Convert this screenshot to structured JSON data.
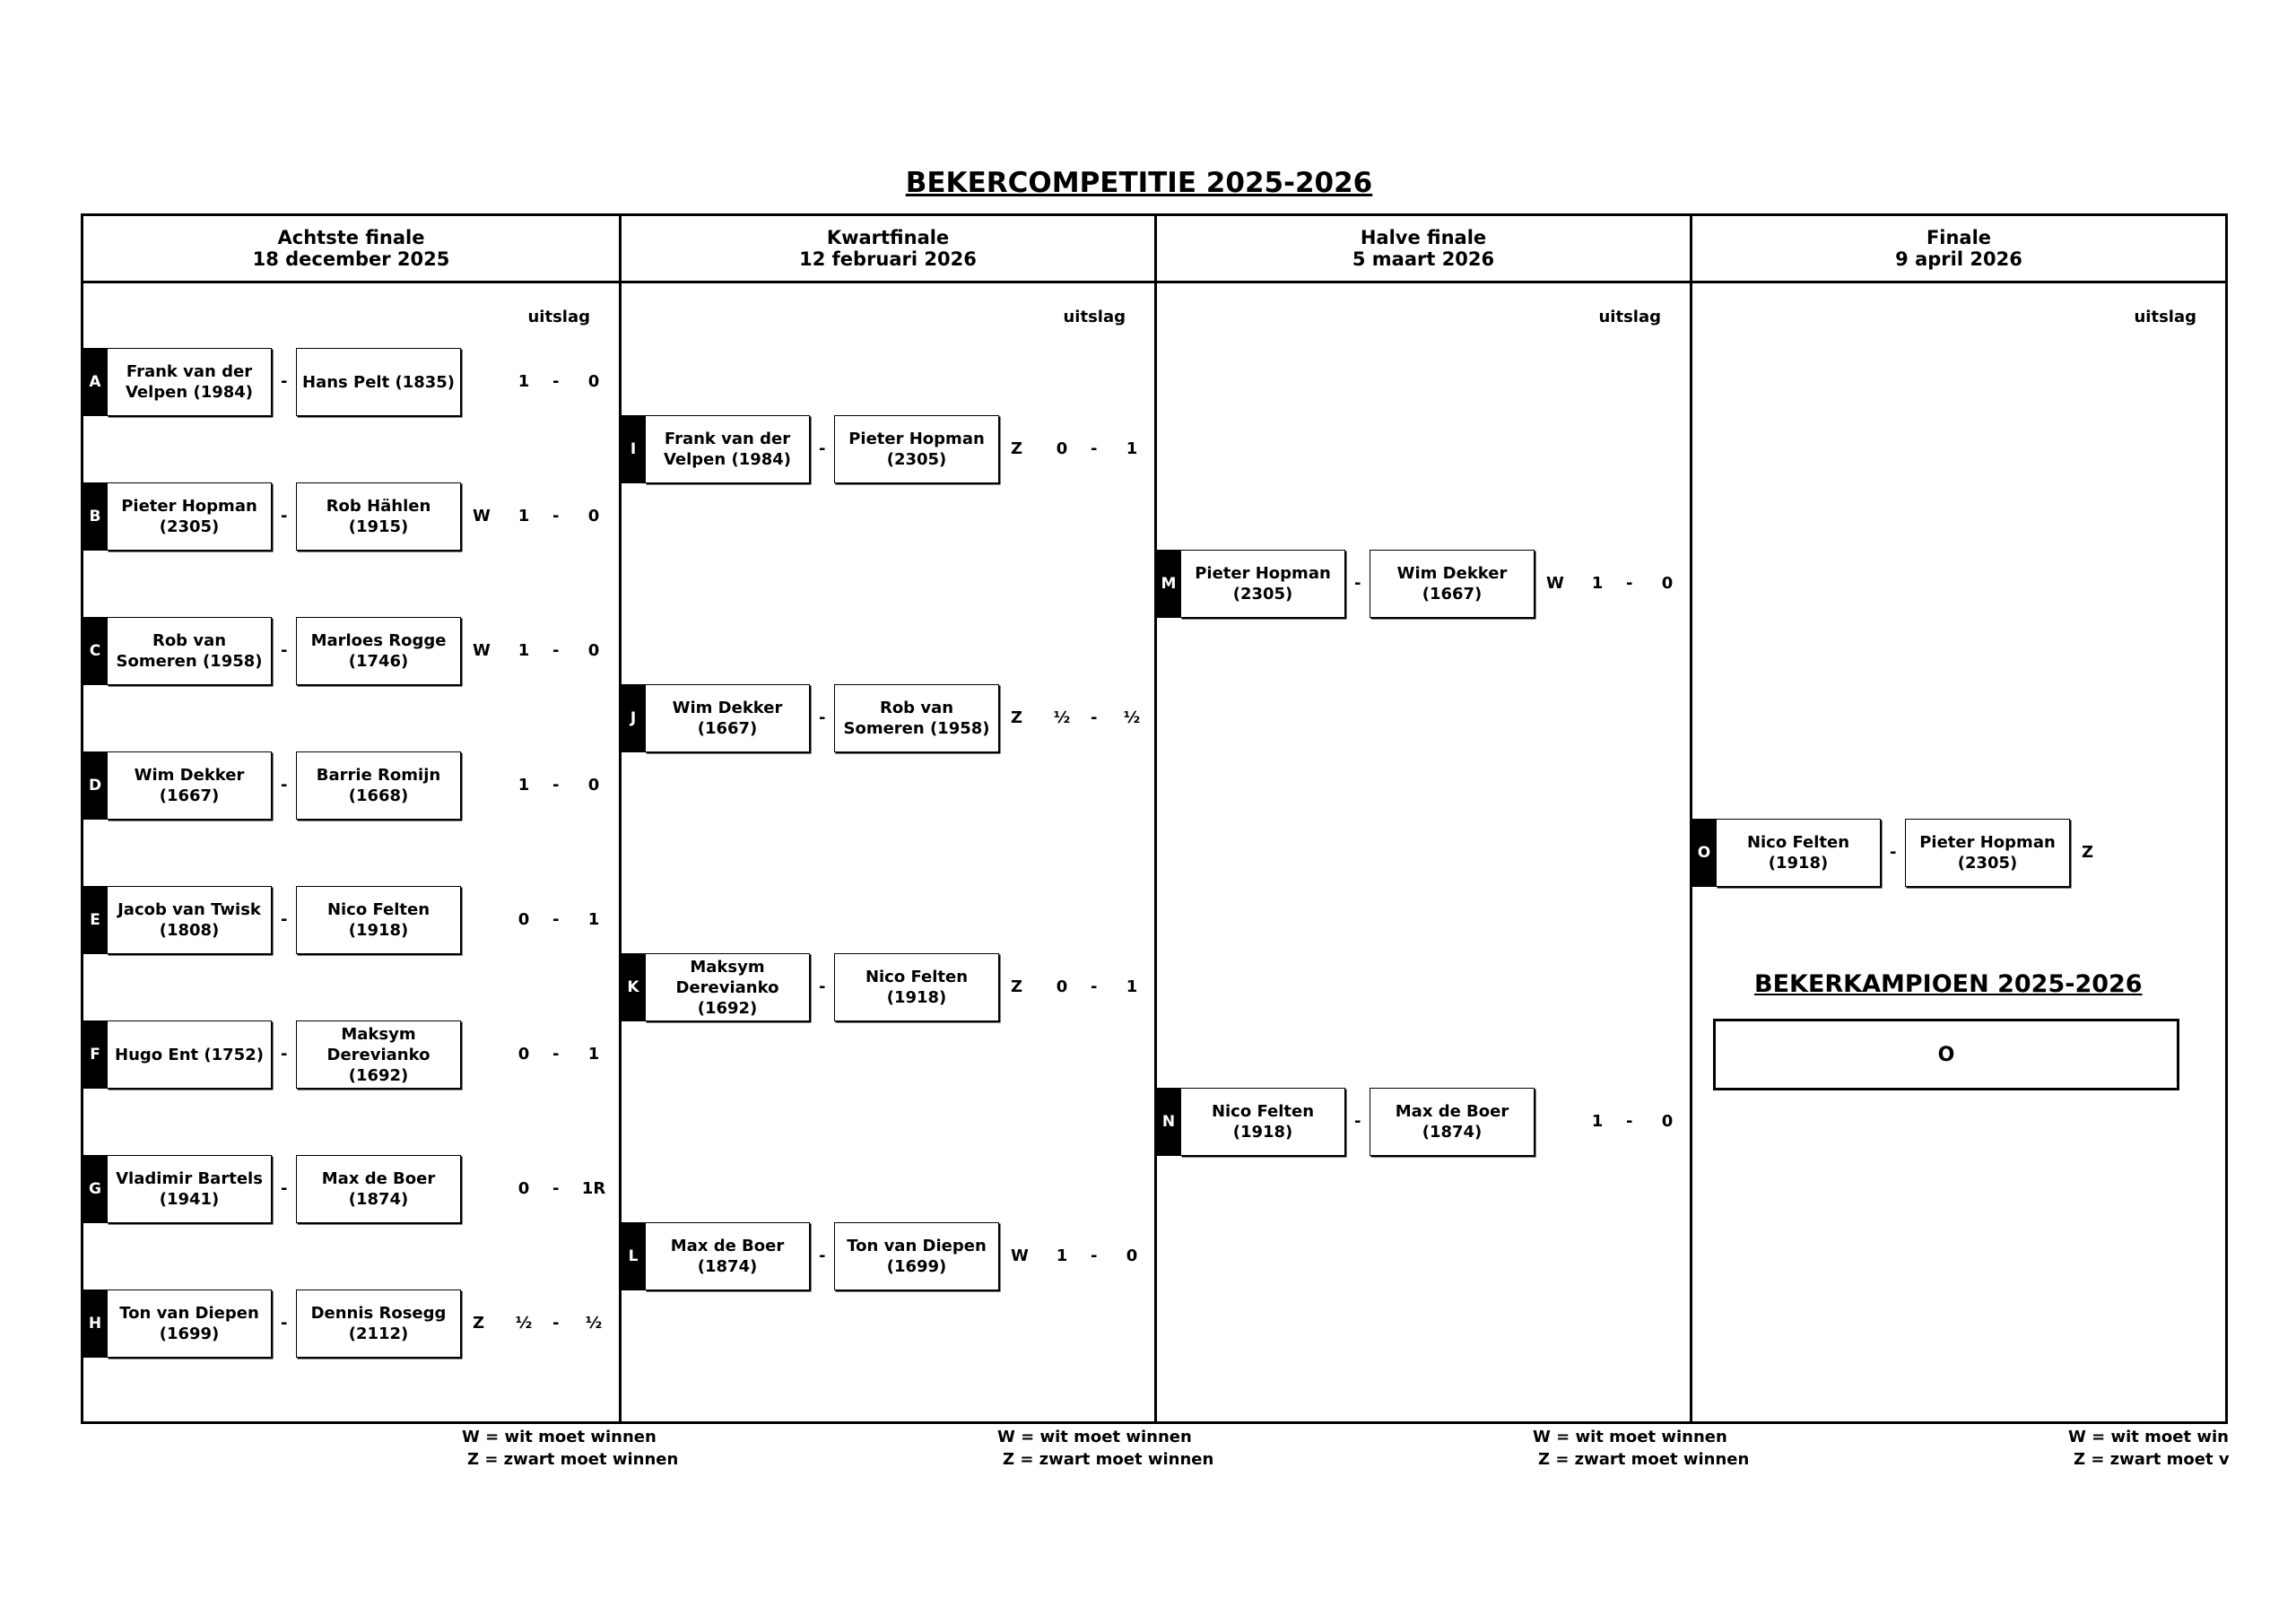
{
  "title": "BEKERCOMPETITIE 2025-2026",
  "rounds": [
    {
      "name": "Achtste finale",
      "date": "18 december 2025",
      "uitslag_label": "uitslag",
      "matches": [
        {
          "code": "A",
          "white": "Frank van der Velpen (1984)",
          "black": "Hans Pelt (1835)",
          "must_win": "",
          "score_white": "1",
          "score_black": "0"
        },
        {
          "code": "B",
          "white": "Pieter Hopman (2305)",
          "black": "Rob Hählen (1915)",
          "must_win": "W",
          "score_white": "1",
          "score_black": "0"
        },
        {
          "code": "C",
          "white": "Rob van Someren (1958)",
          "black": "Marloes Rogge (1746)",
          "must_win": "W",
          "score_white": "1",
          "score_black": "0"
        },
        {
          "code": "D",
          "white": "Wim Dekker (1667)",
          "black": "Barrie Romijn (1668)",
          "must_win": "",
          "score_white": "1",
          "score_black": "0"
        },
        {
          "code": "E",
          "white": "Jacob van Twisk (1808)",
          "black": "Nico Felten (1918)",
          "must_win": "",
          "score_white": "0",
          "score_black": "1"
        },
        {
          "code": "F",
          "white": "Hugo Ent (1752)",
          "black": "Maksym Derevianko (1692)",
          "must_win": "",
          "score_white": "0",
          "score_black": "1"
        },
        {
          "code": "G",
          "white": "Vladimir Bartels (1941)",
          "black": "Max de Boer (1874)",
          "must_win": "",
          "score_white": "0",
          "score_black": "1R"
        },
        {
          "code": "H",
          "white": "Ton van Diepen (1699)",
          "black": "Dennis Rosegg (2112)",
          "must_win": "Z",
          "score_white": "½",
          "score_black": "½"
        }
      ]
    },
    {
      "name": "Kwartfinale",
      "date": "12 februari 2026",
      "uitslag_label": "uitslag",
      "matches": [
        {
          "code": "I",
          "white": "Frank van der Velpen (1984)",
          "black": "Pieter Hopman (2305)",
          "must_win": "Z",
          "score_white": "0",
          "score_black": "1"
        },
        {
          "code": "J",
          "white": "Wim Dekker (1667)",
          "black": "Rob van Someren (1958)",
          "must_win": "Z",
          "score_white": "½",
          "score_black": "½"
        },
        {
          "code": "K",
          "white": "Maksym Derevianko (1692)",
          "black": "Nico Felten (1918)",
          "must_win": "Z",
          "score_white": "0",
          "score_black": "1"
        },
        {
          "code": "L",
          "white": "Max de Boer (1874)",
          "black": "Ton van Diepen (1699)",
          "must_win": "W",
          "score_white": "1",
          "score_black": "0"
        }
      ]
    },
    {
      "name": "Halve finale",
      "date": "5 maart 2026",
      "uitslag_label": "uitslag",
      "matches": [
        {
          "code": "M",
          "white": "Pieter Hopman (2305)",
          "black": "Wim Dekker (1667)",
          "must_win": "W",
          "score_white": "1",
          "score_black": "0"
        },
        {
          "code": "N",
          "white": "Nico Felten (1918)",
          "black": "Max de Boer (1874)",
          "must_win": "",
          "score_white": "1",
          "score_black": "0"
        }
      ]
    },
    {
      "name": "Finale",
      "date": "9 april 2026",
      "uitslag_label": "uitslag",
      "matches": [
        {
          "code": "O",
          "white": "Nico Felten (1918)",
          "black": "Pieter Hopman (2305)",
          "must_win": "Z",
          "score_white": "",
          "score_black": ""
        }
      ]
    }
  ],
  "champion": {
    "title": "BEKERKAMPIOEN 2025-2026",
    "value": "O"
  },
  "legend": {
    "w": "W = wit moet winnen",
    "z": "Z = zwart moet winnen"
  },
  "legend_last": {
    "w": "W = wit moet win",
    "z": "Z = zwart moet v"
  },
  "score_separator": "-",
  "player_separator": "-"
}
